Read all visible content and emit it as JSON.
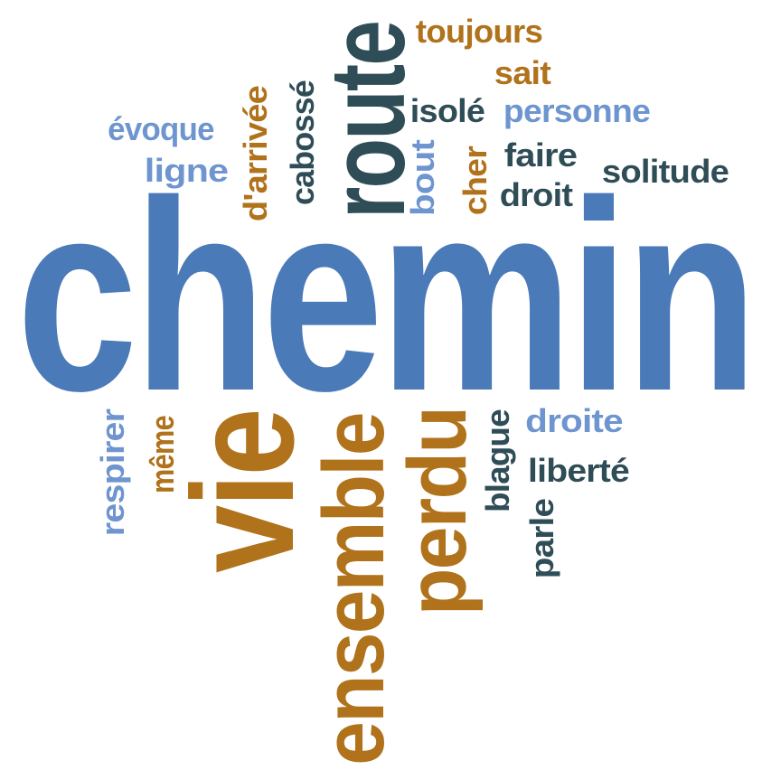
{
  "palette": {
    "blue": "#4a7ab7",
    "light_blue": "#6e95cf",
    "brown": "#b0721b",
    "dark_teal": "#2f4d57",
    "slate": "#3e5e68"
  },
  "words": [
    {
      "text": "chemin",
      "color": "blue"
    },
    {
      "text": "route",
      "color": "dark_teal"
    },
    {
      "text": "vie",
      "color": "brown"
    },
    {
      "text": "ensemble",
      "color": "brown"
    },
    {
      "text": "perdu",
      "color": "brown"
    },
    {
      "text": "toujours",
      "color": "brown"
    },
    {
      "text": "sait",
      "color": "brown"
    },
    {
      "text": "isolé",
      "color": "dark_teal"
    },
    {
      "text": "personne",
      "color": "light_blue"
    },
    {
      "text": "évoque",
      "color": "light_blue"
    },
    {
      "text": "ligne",
      "color": "light_blue"
    },
    {
      "text": "d'arrivée",
      "color": "brown"
    },
    {
      "text": "cabossé",
      "color": "dark_teal"
    },
    {
      "text": "bout",
      "color": "light_blue"
    },
    {
      "text": "cher",
      "color": "brown"
    },
    {
      "text": "faire",
      "color": "dark_teal"
    },
    {
      "text": "droit",
      "color": "dark_teal"
    },
    {
      "text": "solitude",
      "color": "dark_teal"
    },
    {
      "text": "respirer",
      "color": "light_blue"
    },
    {
      "text": "même",
      "color": "brown"
    },
    {
      "text": "blague",
      "color": "dark_teal"
    },
    {
      "text": "droite",
      "color": "light_blue"
    },
    {
      "text": "liberté",
      "color": "dark_teal"
    },
    {
      "text": "parle",
      "color": "dark_teal"
    }
  ]
}
